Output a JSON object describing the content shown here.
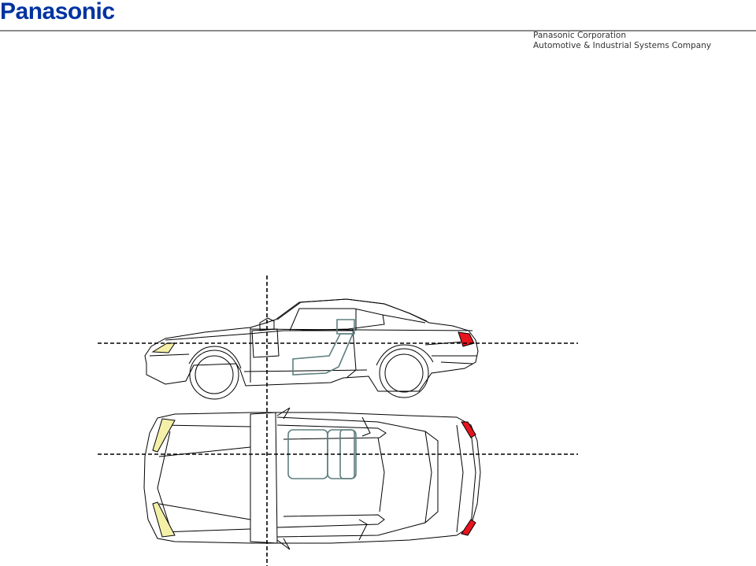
{
  "header": {
    "logo_text": "Panasonic",
    "company_line1": "Panasonic Corporation",
    "company_line2": "Automotive & Industrial Systems Company",
    "brand_color": "#0033a0"
  },
  "diagram": {
    "views": [
      "side-view",
      "top-view"
    ],
    "headlight_color": "#f4f0a8",
    "taillight_color": "#e8141e",
    "seat_color": "#5f7f80"
  }
}
